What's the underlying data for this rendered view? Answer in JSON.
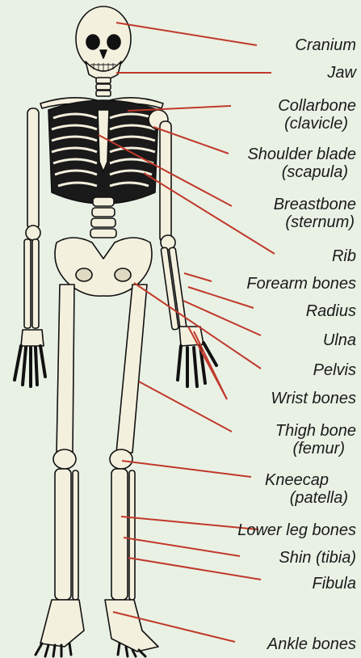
{
  "background": "#e9f1e5",
  "leader_color": "#c0392b",
  "bone_fill": "#f4f0de",
  "bone_outline": "#111111",
  "labels": [
    {
      "id": "cranium",
      "text": "Cranium"
    },
    {
      "id": "jaw",
      "text": "Jaw"
    },
    {
      "id": "collarbone",
      "text": "Collarbone",
      "sub": "(clavicle)"
    },
    {
      "id": "shoulder-blade",
      "text": "Shoulder blade",
      "sub": "(scapula)"
    },
    {
      "id": "breastbone",
      "text": "Breastbone",
      "sub": "(sternum)"
    },
    {
      "id": "rib",
      "text": "Rib"
    },
    {
      "id": "forearm-bones",
      "text": "Forearm bones"
    },
    {
      "id": "radius",
      "text": "Radius"
    },
    {
      "id": "ulna",
      "text": "Ulna"
    },
    {
      "id": "pelvis",
      "text": "Pelvis"
    },
    {
      "id": "wrist-bones",
      "text": "Wrist bones"
    },
    {
      "id": "thigh-bone",
      "text": "Thigh bone",
      "sub": "(femur)"
    },
    {
      "id": "kneecap",
      "text": "Kneecap",
      "sub": "(patella)"
    },
    {
      "id": "lower-leg-bones",
      "text": "Lower leg bones"
    },
    {
      "id": "shin",
      "text": "Shin (tibia)"
    },
    {
      "id": "fibula",
      "text": "Fibula"
    },
    {
      "id": "ankle-bones",
      "text": "Ankle bones"
    }
  ]
}
